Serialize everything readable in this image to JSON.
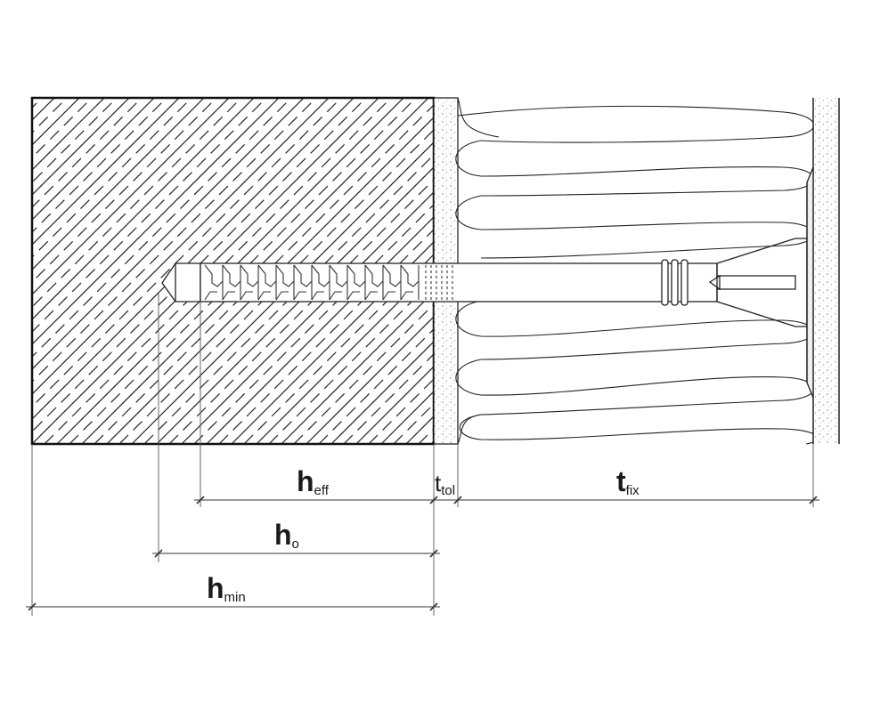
{
  "labels": {
    "h_eff": {
      "main": "h",
      "sub": "eff"
    },
    "t_tol": {
      "main": "t",
      "sub": "tol"
    },
    "t_fix": {
      "main": "t",
      "sub": "fix"
    },
    "h_o": {
      "main": "h",
      "sub": "o"
    },
    "h_min": {
      "main": "h",
      "sub": "min"
    }
  }
}
